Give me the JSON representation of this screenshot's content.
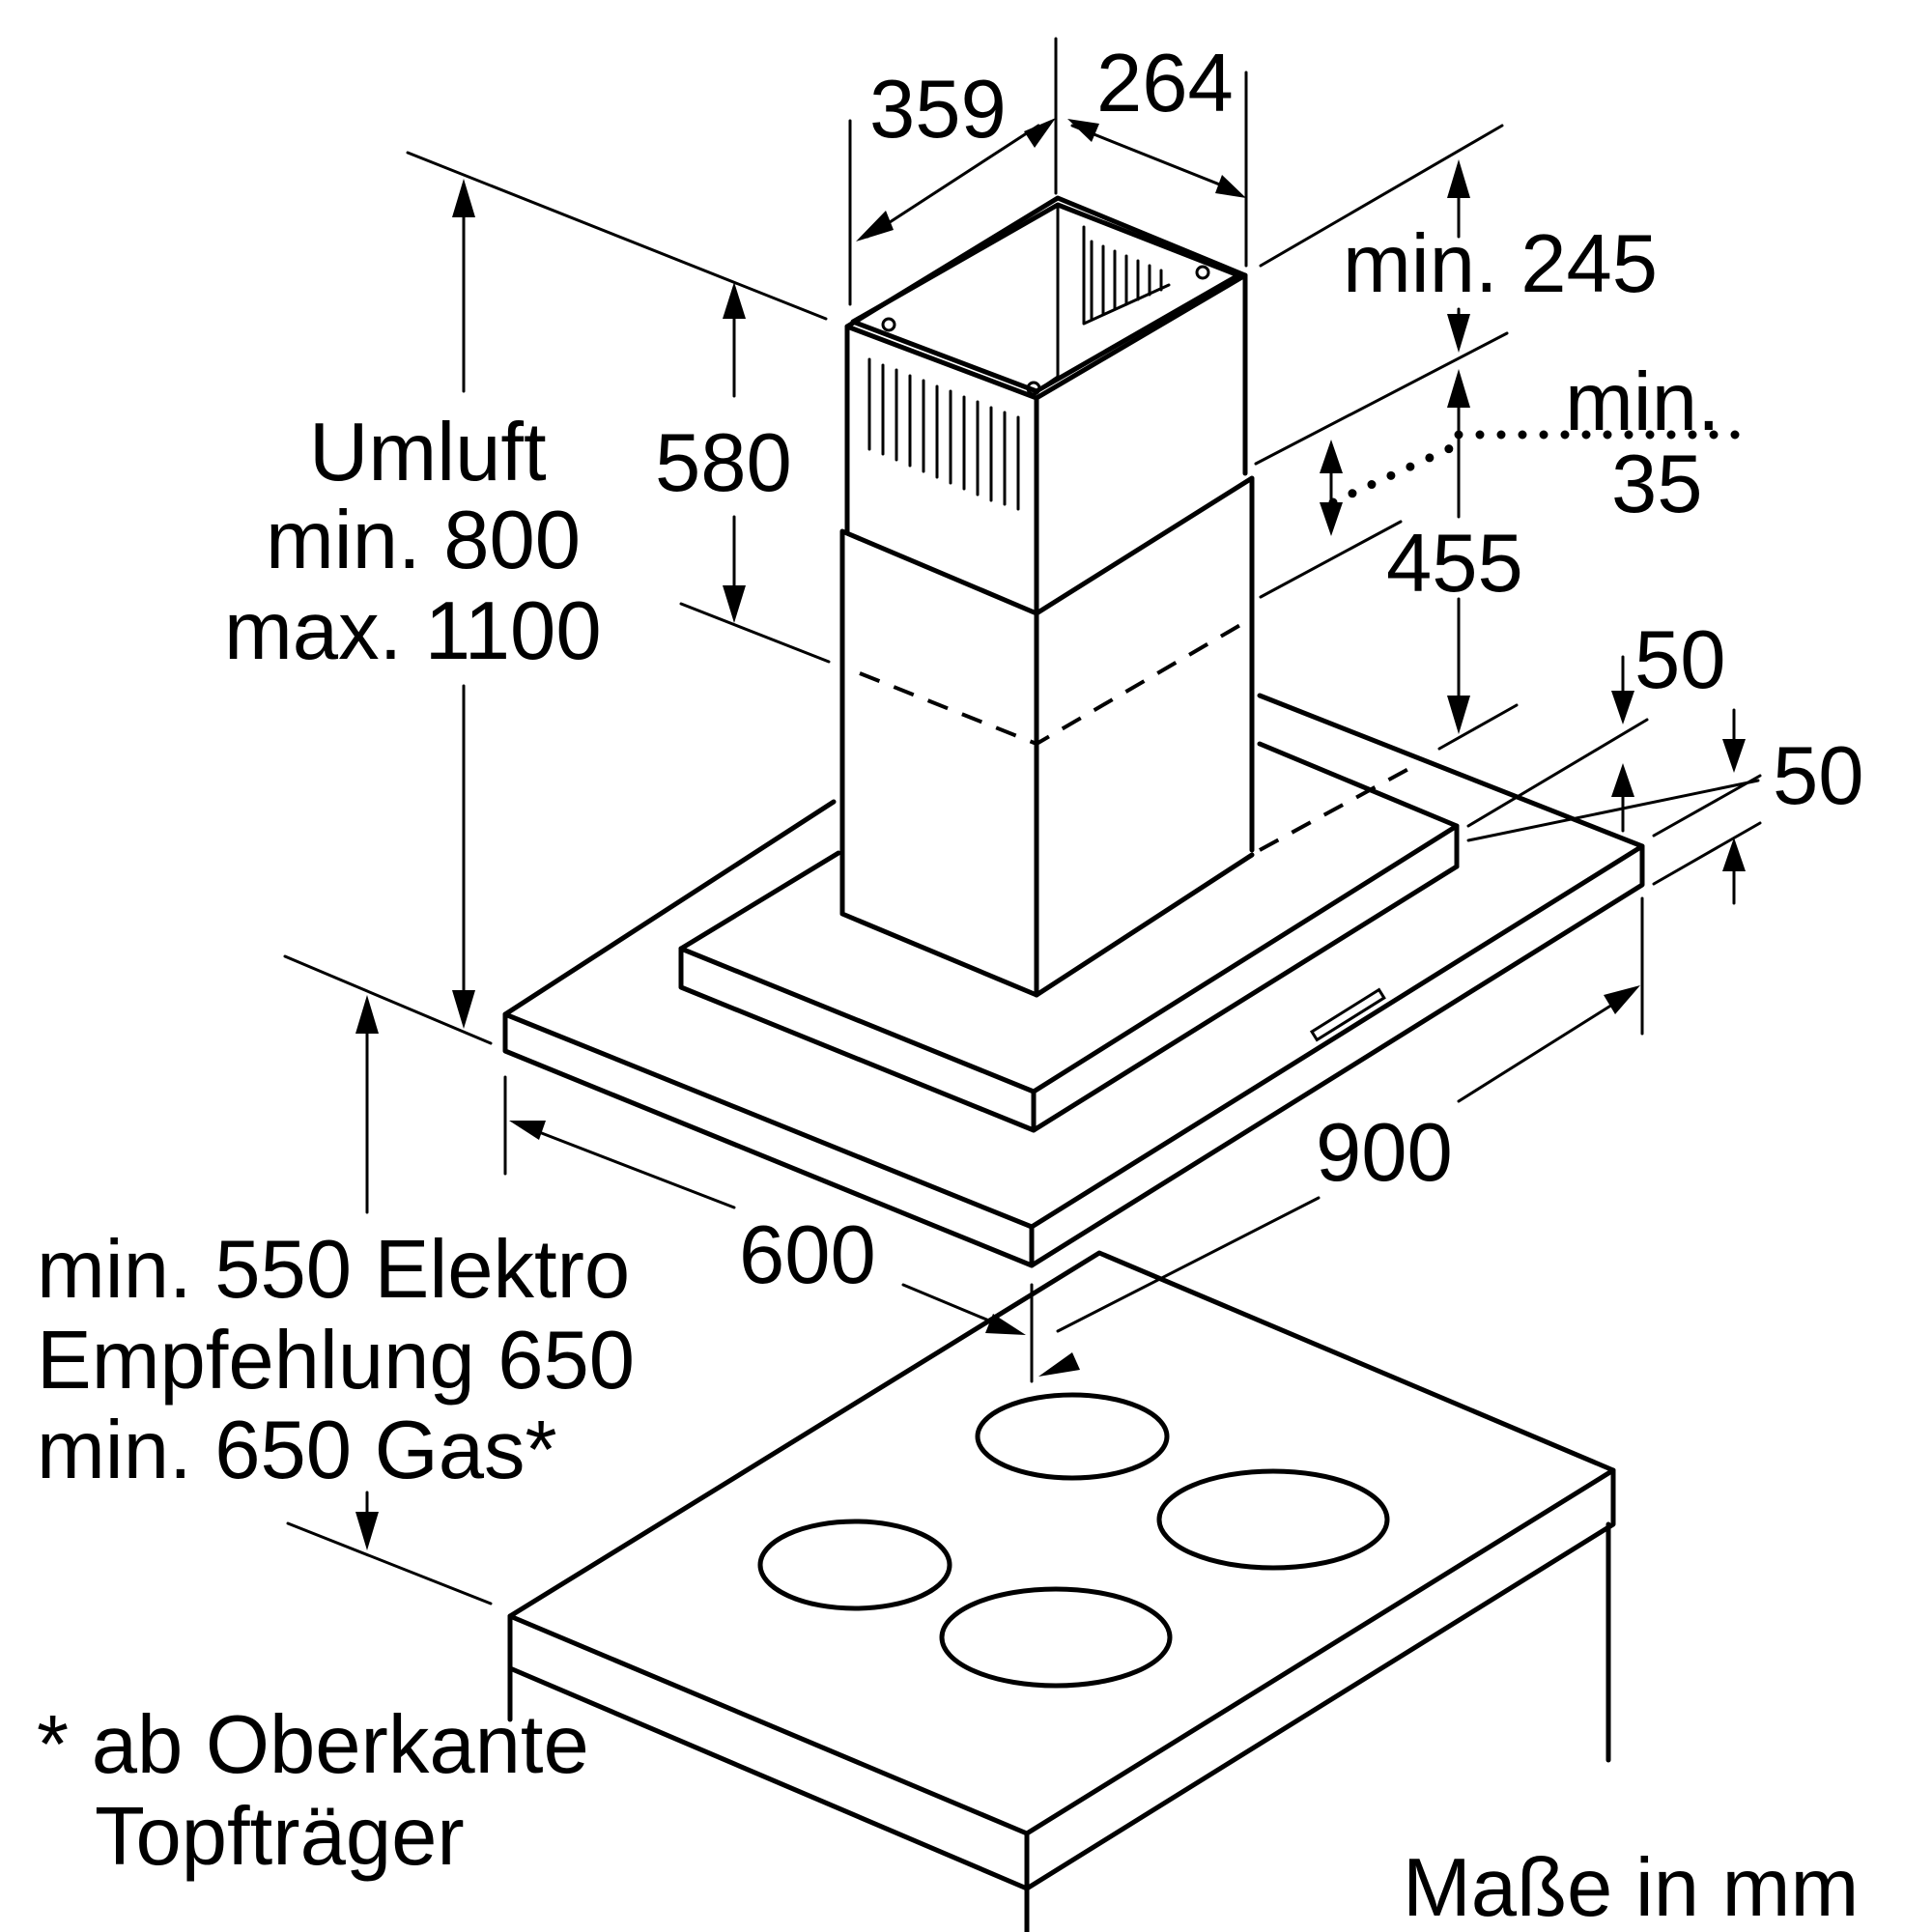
{
  "labels": {
    "chimney_width": "359",
    "chimney_depth": "264",
    "min_245": "min. 245",
    "min_35_line1": "min.",
    "min_35_line2": "35",
    "umluft_line1": "Umluft",
    "umluft_line2": "min. 800",
    "umluft_line3": "max. 1100",
    "upper_chimney": "580",
    "lower_chimney": "455",
    "canopy_50_top": "50",
    "canopy_50_edge": "50",
    "hood_width": "900",
    "hood_depth": "600",
    "clearance_line1": "min. 550 Elektro",
    "clearance_line2": "Empfehlung 650",
    "clearance_line3": "min. 650 Gas*",
    "footnote_line1": "* ab Oberkante",
    "footnote_line2": "Topfträger",
    "units": "Maße in mm"
  }
}
